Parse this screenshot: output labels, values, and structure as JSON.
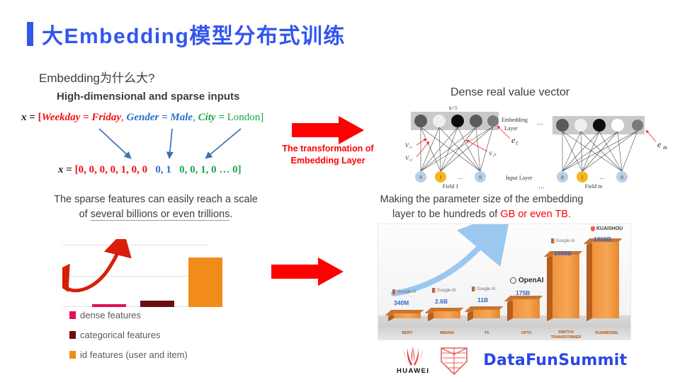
{
  "slide": {
    "title": "大Embedding模型分布式训练",
    "accent_color": "#3355ee"
  },
  "left": {
    "question": "Embedding为什么大?",
    "subheading": "High-dimensional and sparse inputs",
    "formula_raw": {
      "lhs": "x",
      "eq": " = ",
      "open": "[",
      "part1_key": "Weekday",
      "part1_val": "Friday",
      "part2_key": "Gender",
      "part2_val": "Male",
      "part3_key": "City",
      "part3_val": "London",
      "close": "]",
      "color_part1": "#ee1111",
      "color_part2": "#2a6fc9",
      "color_part3": "#1aa84a"
    },
    "formula_onehot": {
      "lhs": "x",
      "eq": " = ",
      "open": "[",
      "group1": "0, 0, 0, 0, 1, 0, 0",
      "group2": "0, 1",
      "group3": "0, 0, 1, 0 … 0",
      "close": "]"
    },
    "sparse_note_line1": "The sparse features can easily reach a scale",
    "sparse_note_line2_pre": "of ",
    "sparse_note_line2_underlined": "several billions or even trillions",
    "sparse_note_line2_post": ".",
    "legend": [
      {
        "label": "dense features",
        "color": "#e2104d"
      },
      {
        "label": "categorical features",
        "color": "#6b0f0f"
      },
      {
        "label": "id features (user and item)",
        "color": "#f28c18"
      }
    ]
  },
  "mini_chart_data": {
    "type": "bar",
    "title": "",
    "categories": [
      "dense features",
      "categorical features",
      "id features (user and item)"
    ],
    "values": [
      2,
      5,
      72
    ],
    "colors": [
      "#e2104d",
      "#6b0f0f",
      "#f28c18"
    ],
    "ylim": [
      0,
      100
    ],
    "grid": true,
    "gridlines": [
      0,
      50,
      100
    ],
    "annotation": "curved red growth arrow"
  },
  "transform": {
    "arrow_label_line1": "The transformation of",
    "arrow_label_line2": "Embedding Layer",
    "arrow_color": "#ff0000"
  },
  "right": {
    "dense_title": "Dense real value vector",
    "param_note_line1": "Making the parameter size of the embedding",
    "param_note_line2_pre": "layer to be hundreds of ",
    "param_note_line2_highlight": "GB or even TB.",
    "highlight_color": "#ff0000",
    "diagram": {
      "k_label": "k=5",
      "embedding_layer_label_line1": "Embedding",
      "embedding_layer_label_line2": "Layer",
      "input_layer_label": "Input Layer",
      "ellipsis": "…",
      "field1_label": "Field 1",
      "fieldm_label": "Field m",
      "e1_label": "e₁",
      "em_label": "eₘ",
      "v11_label": "V₁₁",
      "v12_label": "V₁₂",
      "v1k_label": "V₁ₖ",
      "input_values_field1": [
        "0",
        "1",
        "…",
        "0"
      ],
      "input_values_fieldm": [
        "0",
        "1",
        "…",
        "0"
      ],
      "embedding_node_shades_field1": [
        "#5a5a5a",
        "#efefef",
        "#0d0d0d",
        "#5a5a5a",
        "#7a7a7a"
      ],
      "embedding_node_shades_fieldm": [
        "#5a5a5a",
        "#efefef",
        "#0d0d0d",
        "#ffffff",
        "#7a7a7a"
      ]
    }
  },
  "photo_chart_data": {
    "type": "bar",
    "title": "",
    "categories": [
      "BERT",
      "MEENA",
      "T5",
      "GPT3",
      "SWITCH\nTRANSFORMER",
      "KUAIMODEL"
    ],
    "value_labels": [
      "340M",
      "2.6B",
      "11B",
      "175B",
      "1600B",
      "1900B"
    ],
    "values": [
      0.34,
      2.6,
      11,
      175,
      1600,
      1900
    ],
    "unit": "billions of parameters",
    "brands": [
      "Google AI",
      "Google AI",
      "Google AI",
      "OpenAI",
      "Google AI",
      "KUAISHOU"
    ],
    "bar_color": "#f0913c",
    "label_color": "#3a62c4",
    "axis_label_color": "#b1560f",
    "annotation": "upward blue growth arrow"
  },
  "footer": {
    "huawei_label": "HUAWEI",
    "summit_label": "DataFunSummit",
    "summit_color": "#2a46e8"
  }
}
